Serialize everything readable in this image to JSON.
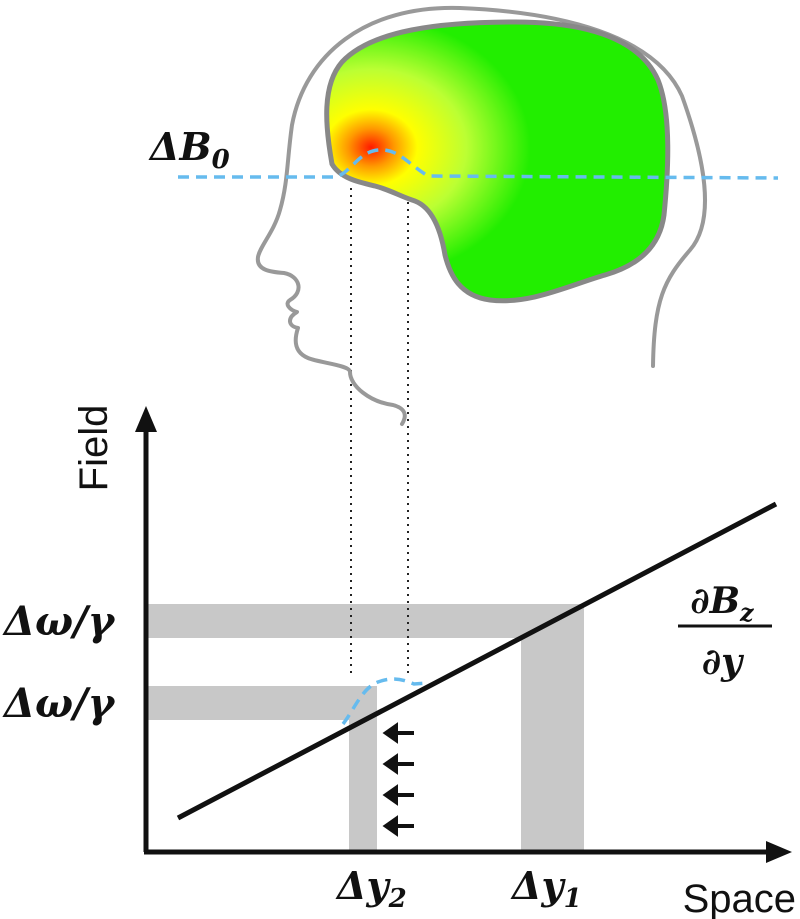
{
  "labels": {
    "delta_b0": "ΔB",
    "delta_b0_sub": "0",
    "y_axis": "Field",
    "x_axis": "Space",
    "omega_upper": "Δω/γ",
    "omega_lower": "Δω/γ",
    "dy2": "Δy",
    "dy2_sub": "2",
    "dy1": "Δy",
    "dy1_sub": "1",
    "gradient_numerator": "∂B",
    "gradient_numerator_sub": "z",
    "gradient_denominator": "∂y"
  },
  "colors": {
    "head_outline": "#999999",
    "brain_fill": "#22ee00",
    "hotspot_center": "#ff1a00",
    "hotspot_mid": "#ffff00",
    "dashed_field_line": "#66bbee",
    "band_gray": "#c8c8c8",
    "axis": "#111111",
    "gradient_line": "#111111"
  }
}
